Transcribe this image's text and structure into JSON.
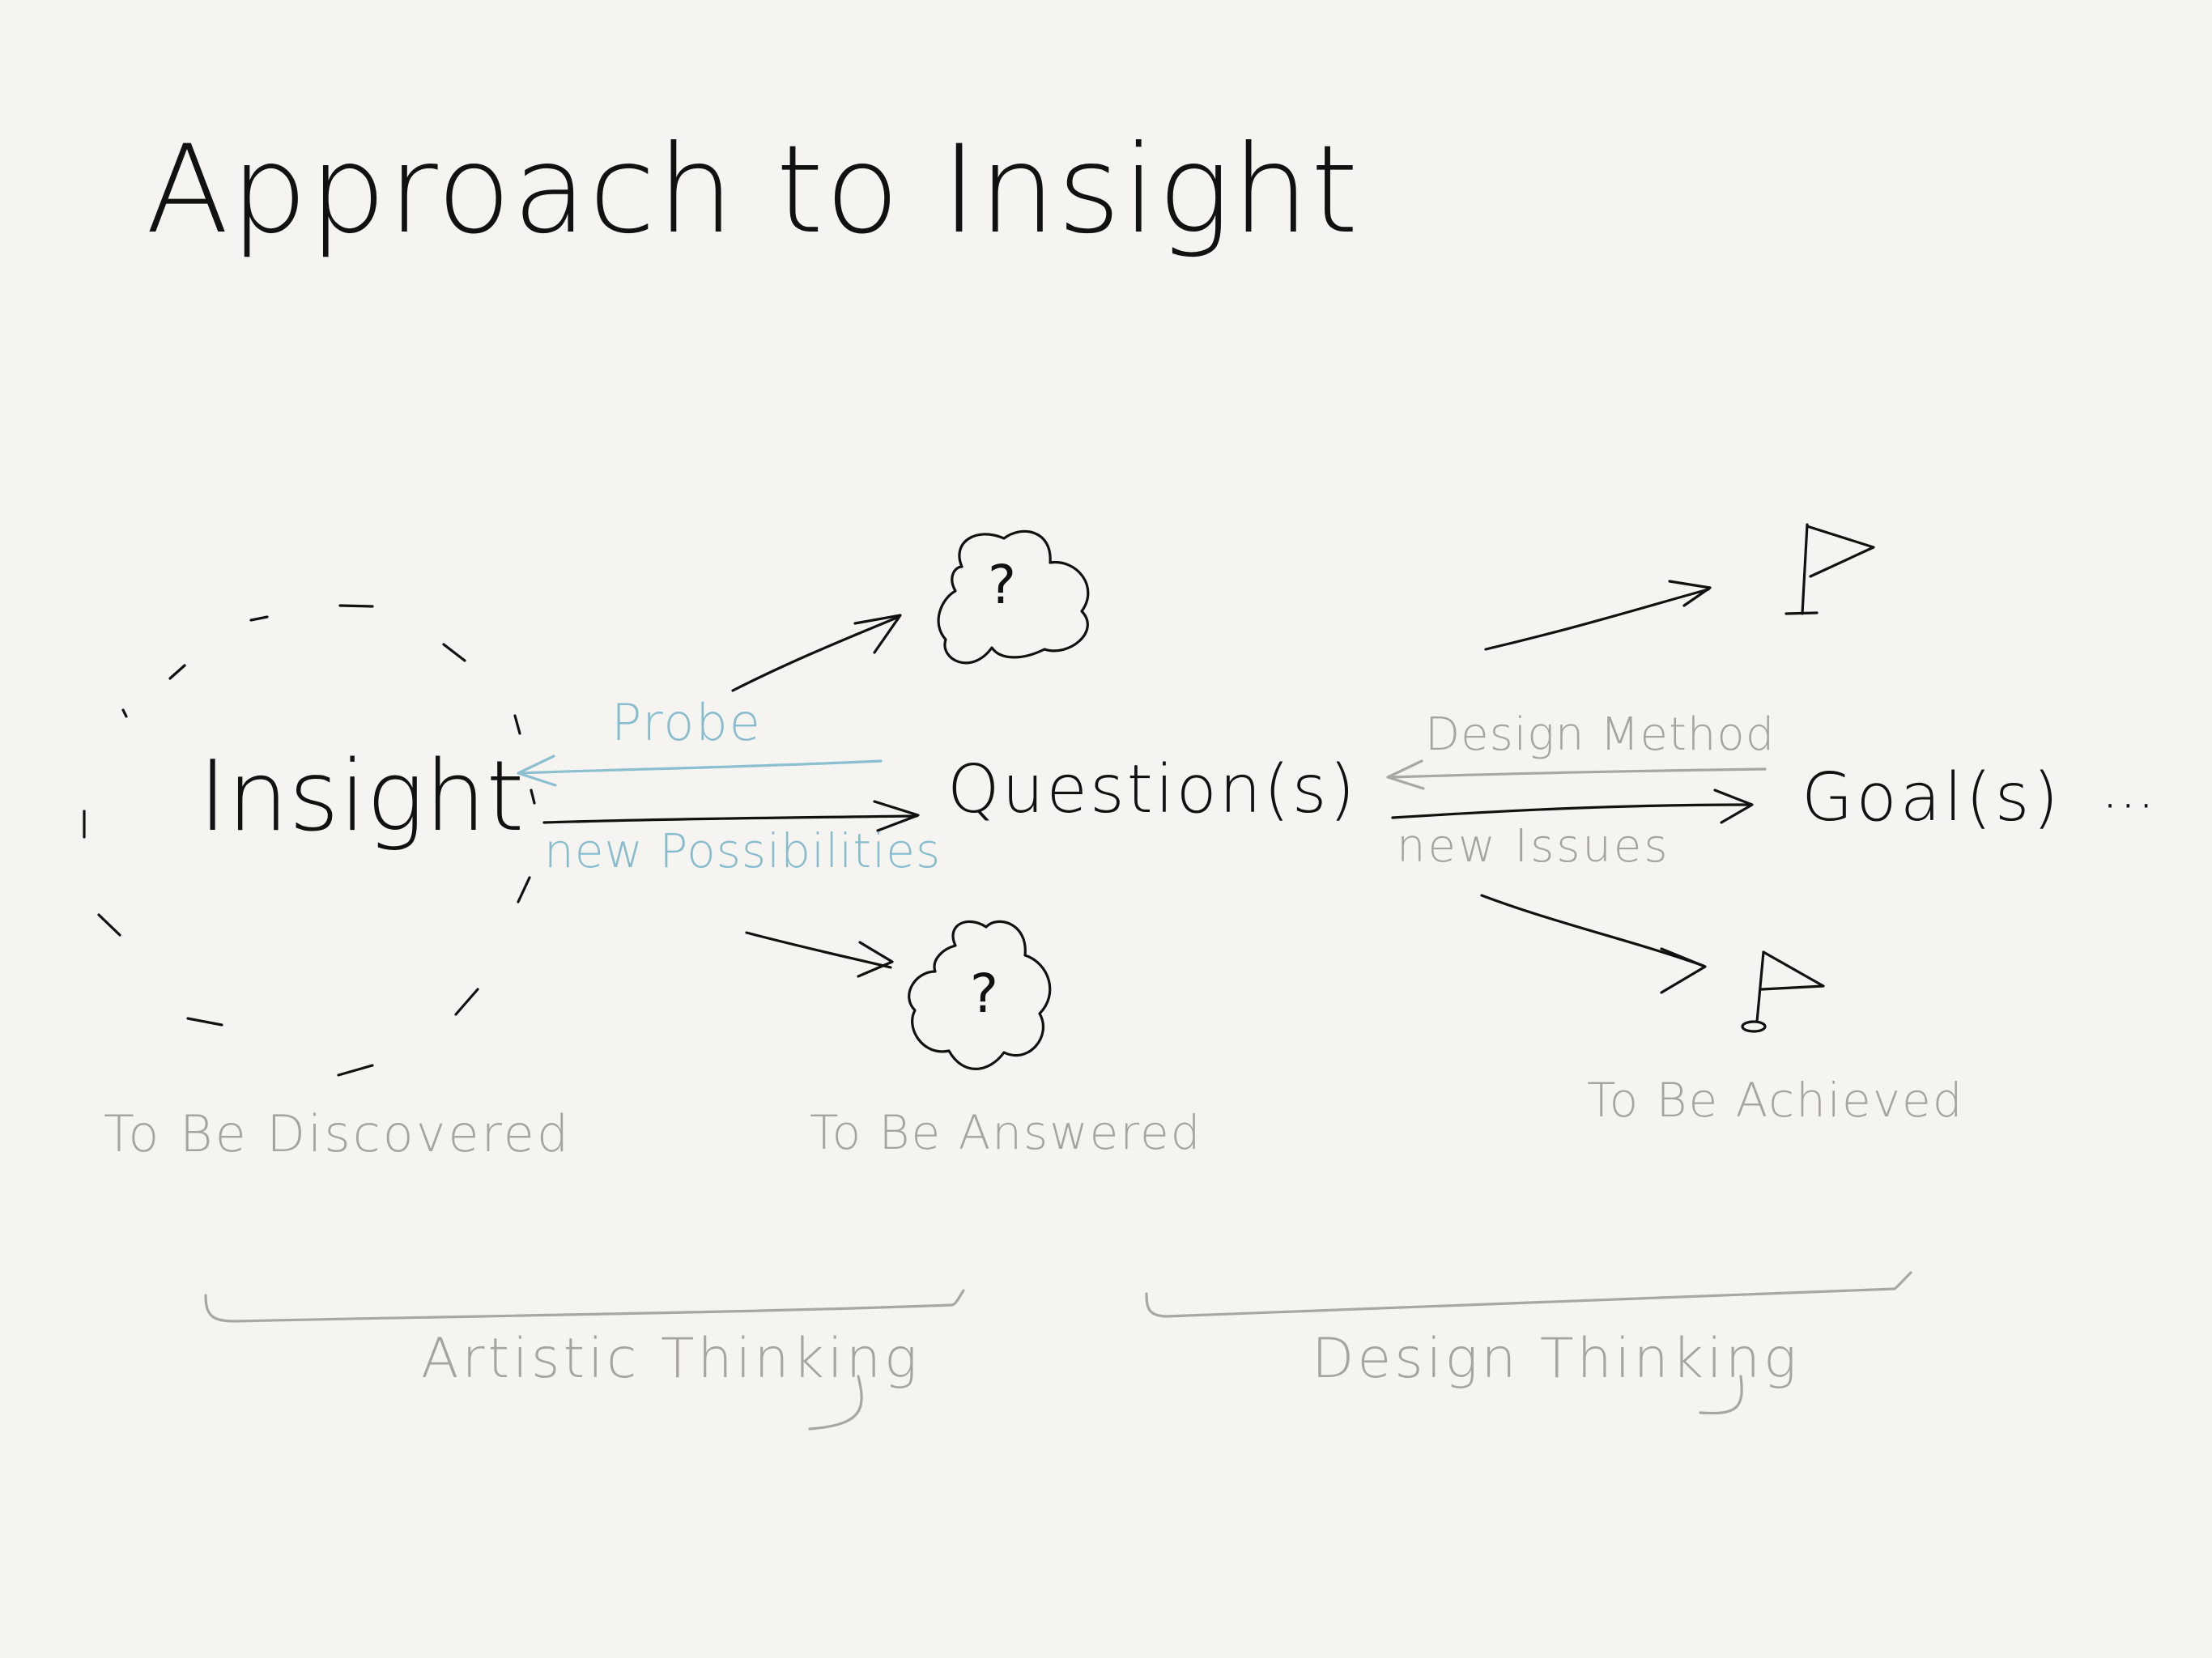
{
  "title": "Approach to Insight",
  "nodes": {
    "insight": "Insight",
    "question": "Question(s)",
    "goal": "Goal(s)",
    "ellipsis": "···"
  },
  "arrows": {
    "probe": "Probe",
    "new_possibilities": "new Possibilities",
    "design_method": "Design Method",
    "new_issues": "new Issues"
  },
  "captions": {
    "insight": "To Be Discovered",
    "question": "To Be Answered",
    "goal": "To Be Achieved"
  },
  "groups": {
    "artistic": "Artistic Thinking",
    "design": "Design Thinking"
  },
  "icons": {
    "cloud_mark": "?",
    "cloud": "question-cloud-icon",
    "flag": "flag-icon"
  },
  "colors": {
    "background": "#f5f4f0",
    "ink": "#111111",
    "muted": "#a9a7a3",
    "accent": "#8cbfd0"
  }
}
